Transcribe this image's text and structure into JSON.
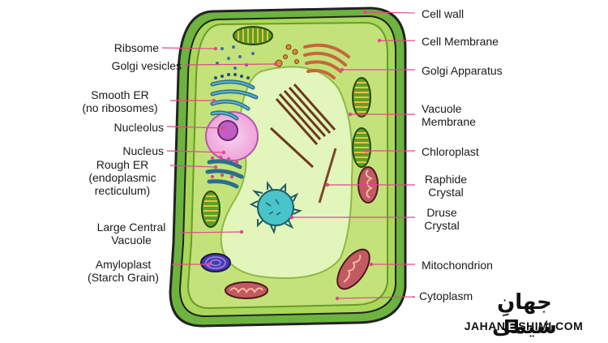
{
  "colors": {
    "label_arrow": "#e2478f",
    "wall_outer": "#6db33f",
    "wall_inner": "#a9d85a",
    "cytoplasm": "#c4e27a",
    "vacuole": "#e2f6bb",
    "nucleus": "#f2b8e3",
    "nucleolus": "#c05ec6",
    "outline": "#222222"
  },
  "labels": {
    "cell_wall": "Cell wall",
    "cell_membrane": "Cell Membrane",
    "golgi_apparatus": "Golgi Apparatus",
    "vacuole_membrane": [
      "Vacuole",
      "Membrane"
    ],
    "chloroplast": "Chloroplast",
    "raphide_crystal": [
      "Raphide",
      "Crystal"
    ],
    "druse_crystal": [
      "Druse",
      "Crystal"
    ],
    "mitochondrion": "Mitochondrion",
    "cytoplasm": "Cytoplasm",
    "ribosome": "Ribsome",
    "golgi_vesicles": "Golgi vesicles",
    "smooth_er": [
      "Smooth ER",
      "(no ribosomes)"
    ],
    "nucleolus": "Nucleolus",
    "nucleus": "Nucleus",
    "rough_er": [
      "Rough ER",
      "(endoplasmic",
      "recticulum)"
    ],
    "large_central_vacuole": [
      "Large Central",
      "Vacuole"
    ],
    "amyloplast": [
      "Amyloplast",
      "(Starch Grain)"
    ]
  },
  "watermark": {
    "brand_fa": "جهانِ شیمی",
    "brand_en_left": "JAHAN",
    "brand_en_mid": "E",
    "brand_en_right": "SHIMI.COM"
  }
}
